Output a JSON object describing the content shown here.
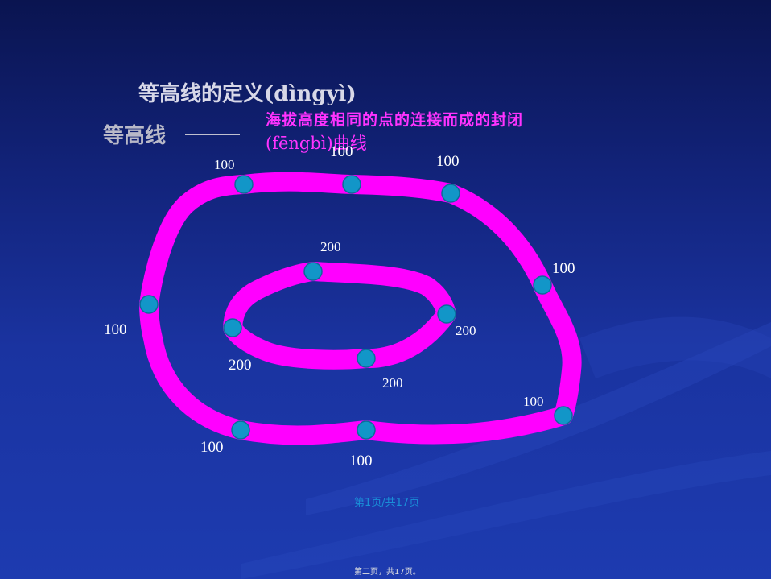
{
  "title": "等高线的定义(dìngyì)",
  "term": "等高线",
  "definition_line1": "海拔高度相同的点的连接而成的封闭",
  "definition_line2": "(fēngbì)曲线",
  "outer_labels": [
    "100",
    "100",
    "100",
    "100",
    "100",
    "100",
    "100",
    "100"
  ],
  "inner_labels": [
    "200",
    "200",
    "200",
    "200"
  ],
  "colors": {
    "contour": "#ff00ff",
    "point": "#1296c8",
    "point_stroke": "#0b6d9a"
  },
  "footer_page": "第1页/共17页",
  "footer_small": "第二页，共17页。"
}
